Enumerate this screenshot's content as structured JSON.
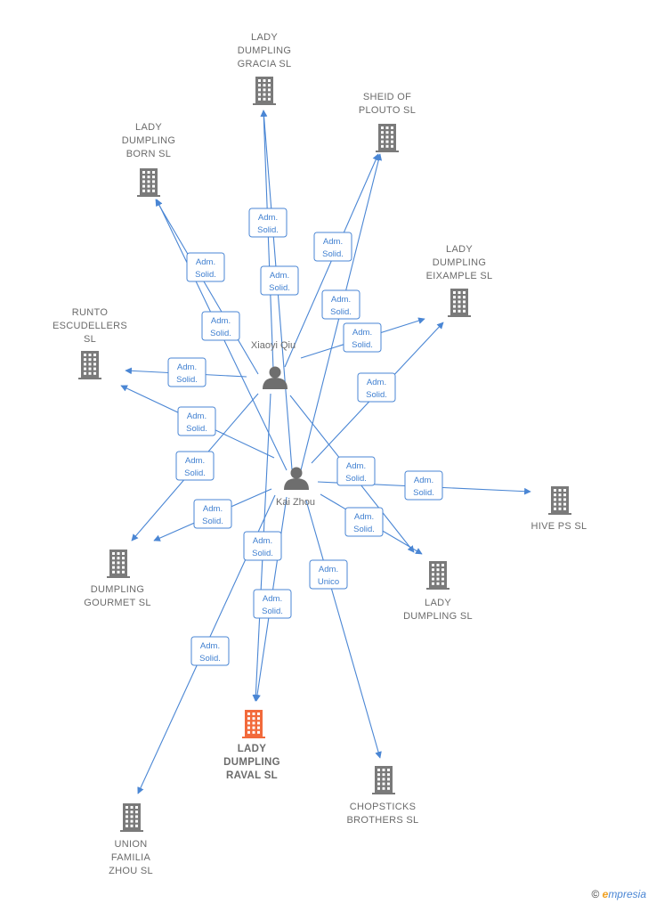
{
  "diagram": {
    "persons": [
      {
        "id": "xiaoyi",
        "name": "Xiaoyi Qiu"
      },
      {
        "id": "kai",
        "name": "Kai Zhou"
      }
    ],
    "companies": [
      {
        "id": "gracia",
        "lines": [
          "LADY",
          "DUMPLING",
          "GRACIA  SL"
        ],
        "main": false
      },
      {
        "id": "sheid",
        "lines": [
          "SHEID OF",
          "PLOUTO  SL"
        ],
        "main": false
      },
      {
        "id": "born",
        "lines": [
          "LADY",
          "DUMPLING",
          "BORN  SL"
        ],
        "main": false
      },
      {
        "id": "eixample",
        "lines": [
          "LADY",
          "DUMPLING",
          "EIXAMPLE  SL"
        ],
        "main": false
      },
      {
        "id": "runto",
        "lines": [
          "RUNTO",
          "ESCUDELLERS",
          "SL"
        ],
        "main": false
      },
      {
        "id": "hive",
        "lines": [
          "HIVE PS  SL"
        ],
        "main": false
      },
      {
        "id": "gourmet",
        "lines": [
          "DUMPLING",
          "GOURMET  SL"
        ],
        "main": false
      },
      {
        "id": "ladysl",
        "lines": [
          "LADY",
          "DUMPLING  SL"
        ],
        "main": false
      },
      {
        "id": "raval",
        "lines": [
          "LADY",
          "DUMPLING",
          "RAVAL  SL"
        ],
        "main": true
      },
      {
        "id": "chopsticks",
        "lines": [
          "CHOPSTICKS",
          "BROTHERS  SL"
        ],
        "main": false
      },
      {
        "id": "union",
        "lines": [
          "UNION",
          "FAMILIA",
          "ZHOU  SL"
        ],
        "main": false
      }
    ],
    "relations": [
      {
        "from": "xiaoyi",
        "to": "gracia",
        "lines": [
          "Adm.",
          "Solid."
        ]
      },
      {
        "from": "kai",
        "to": "gracia",
        "lines": [
          "Adm.",
          "Solid."
        ]
      },
      {
        "from": "xiaoyi",
        "to": "sheid",
        "lines": [
          "Adm.",
          "Solid."
        ]
      },
      {
        "from": "kai",
        "to": "sheid",
        "lines": [
          "Adm.",
          "Solid."
        ]
      },
      {
        "from": "xiaoyi",
        "to": "born",
        "lines": [
          "Adm.",
          "Solid."
        ]
      },
      {
        "from": "kai",
        "to": "born",
        "lines": [
          "Adm.",
          "Solid."
        ]
      },
      {
        "from": "xiaoyi",
        "to": "eixample",
        "lines": [
          "Adm.",
          "Solid."
        ]
      },
      {
        "from": "kai",
        "to": "eixample",
        "lines": [
          "Adm.",
          "Solid."
        ]
      },
      {
        "from": "xiaoyi",
        "to": "runto",
        "lines": [
          "Adm.",
          "Solid."
        ]
      },
      {
        "from": "kai",
        "to": "runto",
        "lines": [
          "Adm.",
          "Solid."
        ]
      },
      {
        "from": "xiaoyi",
        "to": "gourmet",
        "lines": [
          "Adm.",
          "Solid."
        ]
      },
      {
        "from": "kai",
        "to": "gourmet",
        "lines": [
          "Adm.",
          "Solid."
        ]
      },
      {
        "from": "xiaoyi",
        "to": "ladysl",
        "lines": [
          "Adm.",
          "Solid."
        ]
      },
      {
        "from": "kai",
        "to": "ladysl",
        "lines": [
          "Adm.",
          "Solid."
        ]
      },
      {
        "from": "kai",
        "to": "hive",
        "lines": [
          "Adm.",
          "Solid."
        ]
      },
      {
        "from": "xiaoyi",
        "to": "raval",
        "lines": [
          "Adm.",
          "Solid."
        ]
      },
      {
        "from": "kai",
        "to": "raval",
        "lines": [
          "Adm.",
          "Solid."
        ]
      },
      {
        "from": "kai",
        "to": "union",
        "lines": [
          "Adm.",
          "Solid."
        ]
      },
      {
        "from": "kai",
        "to": "chopsticks",
        "lines": [
          "Adm.",
          "Unico"
        ]
      }
    ],
    "colors": {
      "edge": "#4a86d4",
      "building": "#7a7a7a",
      "building_main": "#f26a3b",
      "person": "#6e6e6e"
    }
  },
  "footer": {
    "copyright_symbol": "©",
    "brand_initial": "e",
    "brand_rest": "mpresia"
  }
}
